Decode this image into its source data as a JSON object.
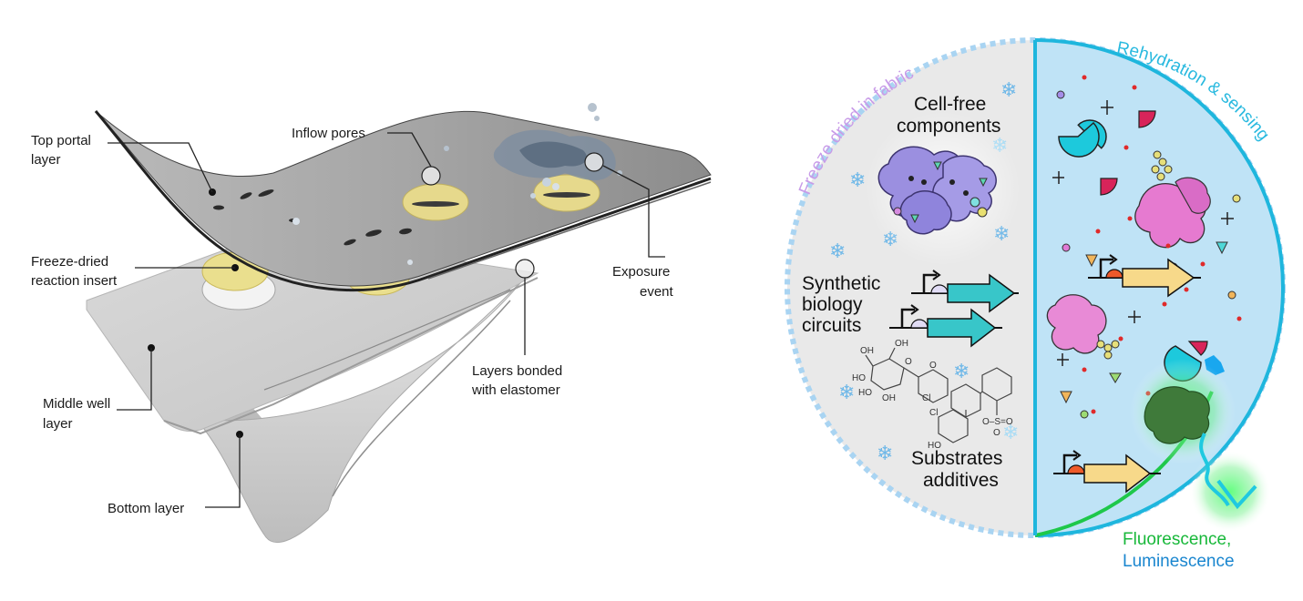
{
  "left_panel": {
    "labels": {
      "top_portal_line1": "Top portal",
      "top_portal_line2": "layer",
      "inflow_pores": "Inflow pores",
      "freeze_dried_line1": "Freeze-dried",
      "freeze_dried_line2": "reaction insert",
      "exposure_line1": "Exposure",
      "exposure_line2": "event",
      "bonded_line1": "Layers bonded",
      "bonded_line2": "with elastomer",
      "middle_well_line1": "Middle well",
      "middle_well_line2": "layer",
      "bottom_layer": "Bottom layer"
    }
  },
  "right_panel": {
    "arc_left": "Freeze dried in fabric",
    "arc_right": "Rehydration & sensing",
    "cell_free_line1": "Cell-free",
    "cell_free_line2": "components",
    "synbio_line1": "Synthetic",
    "synbio_line2": "biology",
    "synbio_line3": "circuits",
    "substrates_line1": "Substrates",
    "substrates_line2": "additives",
    "chem_labels": {
      "oh1": "OH",
      "oh2": "OH",
      "ho1": "HO",
      "ho2": "HO",
      "oh3": "OH",
      "o1": "O",
      "o2": "O",
      "cl1": "Cl",
      "cl2": "Cl",
      "so": "O–S=O",
      "o3": "O",
      "ho3": "HO"
    },
    "output_line1": "Fluorescence,",
    "output_line2": "Luminescence"
  },
  "colors": {
    "left_circle_fill": "#e9e9e9",
    "left_circle_border": "#a9d4f2",
    "right_half_fill": "#bfe3f6",
    "right_half_border": "#1eb6dd",
    "fluorescence_text": "#18b83a",
    "luminescence_text": "#1a86cf",
    "arc_left_text": "#c89be8",
    "arc_right_text": "#28b9df",
    "gene_cyan": "#38c6c9",
    "gene_yellow": "#f7d98a",
    "promoter_red": "#ee5a2a",
    "protein_purple": "#9b8fe0",
    "protein_pink": "#e67ad0",
    "fabric_grey": "#c9c9c9",
    "insert_yellow": "#eadf8e"
  }
}
